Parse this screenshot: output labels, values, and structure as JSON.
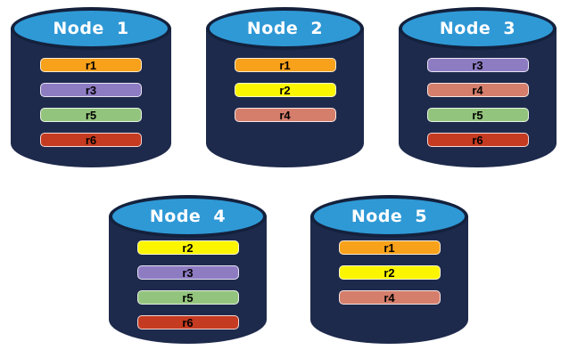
{
  "colors": {
    "cylinder_body": "#1E2A4C",
    "cylinder_rim": "#14213D",
    "cap_fill": "#2F99D6",
    "label_text": "#FFFFFF",
    "bar_text": "#000000",
    "replicas": {
      "r1": "#F8A11B",
      "r2": "#FCF500",
      "r3": "#8E7CC3",
      "r4": "#D57E6C",
      "r5": "#93C47D",
      "r6": "#C53B21"
    }
  },
  "nodes": [
    {
      "label": "Node 1",
      "replicas": [
        "r1",
        "r3",
        "r5",
        "r6"
      ]
    },
    {
      "label": "Node 2",
      "replicas": [
        "r1",
        "r2",
        "r4"
      ]
    },
    {
      "label": "Node 3",
      "replicas": [
        "r3",
        "r4",
        "r5",
        "r6"
      ]
    },
    {
      "label": "Node 4",
      "replicas": [
        "r2",
        "r3",
        "r5",
        "r6"
      ]
    },
    {
      "label": "Node 5",
      "replicas": [
        "r1",
        "r2",
        "r4"
      ]
    }
  ]
}
